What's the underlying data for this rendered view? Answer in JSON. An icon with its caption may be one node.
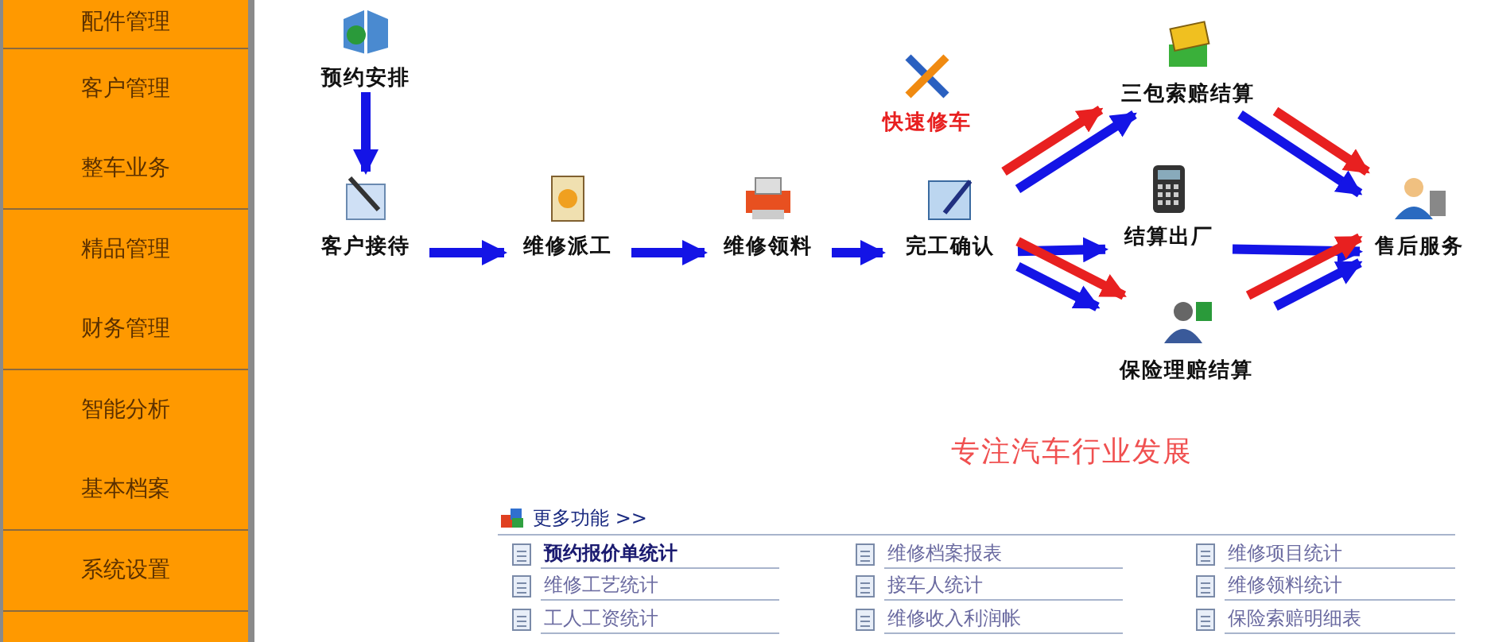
{
  "diagram": {
    "nodes": [
      {
        "text": [
          "预约安排"
        ]
      },
      {
        "text": [
          "客户接待"
        ]
      },
      {
        "text": [
          "维修派工"
        ]
      },
      {
        "text": [
          "维修领料"
        ]
      },
      {
        "text": [
          "完工确认"
        ]
      },
      {
        "text": [
          "快速修车"
        ]
      },
      {
        "text": [
          "三包索赔结算"
        ]
      },
      {
        "text": [
          "结算出厂"
        ]
      },
      {
        "text": [
          "保险理赔结算"
        ]
      },
      {
        "text": [
          "售后服务"
        ]
      }
    ],
    "edges": [
      {
        "from": 0,
        "to": 1,
        "arrow": "to"
      },
      {
        "from": 1,
        "to": 2,
        "arrow": "to"
      },
      {
        "from": 2,
        "to": 3,
        "arrow": "to"
      },
      {
        "from": 3,
        "to": 4,
        "arrow": "to"
      },
      {
        "from": 4,
        "to": 7,
        "arrow": "to"
      },
      {
        "from": 7,
        "to": 9,
        "arrow": "to"
      },
      {
        "from": 4,
        "to": 6,
        "arrow": "to",
        "color": "#e82020"
      },
      {
        "from": 4,
        "to": 6,
        "arrow": "to"
      },
      {
        "from": 4,
        "to": 8,
        "arrow": "to",
        "color": "#e82020"
      },
      {
        "from": 4,
        "to": 8,
        "arrow": "to"
      },
      {
        "from": 6,
        "to": 9,
        "arrow": "to",
        "color": "#e82020"
      },
      {
        "from": 6,
        "to": 9,
        "arrow": "to"
      },
      {
        "from": 8,
        "to": 9,
        "arrow": "to",
        "color": "#e82020"
      },
      {
        "from": 8,
        "to": 9,
        "arrow": "to"
      }
    ],
    "labels": [
      "配件管理",
      "客户管理",
      "整车业务",
      "精品管理",
      "财务管理",
      "智能分析",
      "基本档案",
      "系统设置",
      "专注汽车行业发展",
      "更多功能 >>",
      "预约报价单统计",
      "维修档案报表",
      "维修项目统计",
      "维修工艺统计",
      "接车人统计",
      "维修领料统计",
      "工人工资统计",
      "维修收入利润帐",
      "保险索赔明细表"
    ]
  }
}
